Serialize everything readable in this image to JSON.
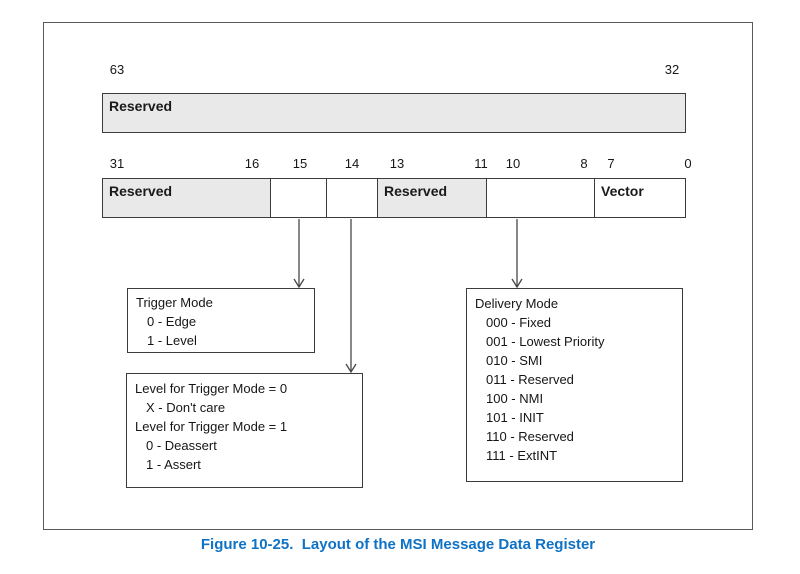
{
  "colors": {
    "reserved_fill": "#e9e9e9",
    "box_border": "#3c3c3c",
    "caption": "#0f72c5",
    "line": "#474747"
  },
  "register_high": {
    "bit_left": "63",
    "bit_right": "32",
    "field_label": "Reserved"
  },
  "register_low": {
    "bit_labels": [
      "31",
      "16",
      "15",
      "14",
      "13",
      "11",
      "10",
      "8",
      "7",
      "0"
    ],
    "fields": [
      {
        "label": "Reserved",
        "reserved": true,
        "bits": "31:16"
      },
      {
        "label": "",
        "reserved": false,
        "bits": "15"
      },
      {
        "label": "",
        "reserved": false,
        "bits": "14"
      },
      {
        "label": "Reserved",
        "reserved": true,
        "bits": "13:11"
      },
      {
        "label": "",
        "reserved": false,
        "bits": "10:8"
      },
      {
        "label": "Vector",
        "reserved": false,
        "bits": "7:0"
      }
    ]
  },
  "callouts": {
    "trigger_mode": {
      "lines": [
        "Trigger Mode",
        "0 - Edge",
        "1 - Level"
      ]
    },
    "level": {
      "lines": [
        "Level for Trigger Mode = 0",
        "X - Don't care",
        "Level for Trigger Mode = 1",
        "0 - Deassert",
        "1 - Assert"
      ]
    },
    "delivery_mode": {
      "lines": [
        "Delivery Mode",
        "000 - Fixed",
        "001 - Lowest Priority",
        "010 - SMI",
        "011 - Reserved",
        "100 - NMI",
        "101 - INIT",
        "110 - Reserved",
        "111 - ExtINT"
      ]
    }
  },
  "caption": "Figure 10-25.  Layout of the MSI Message Data Register"
}
